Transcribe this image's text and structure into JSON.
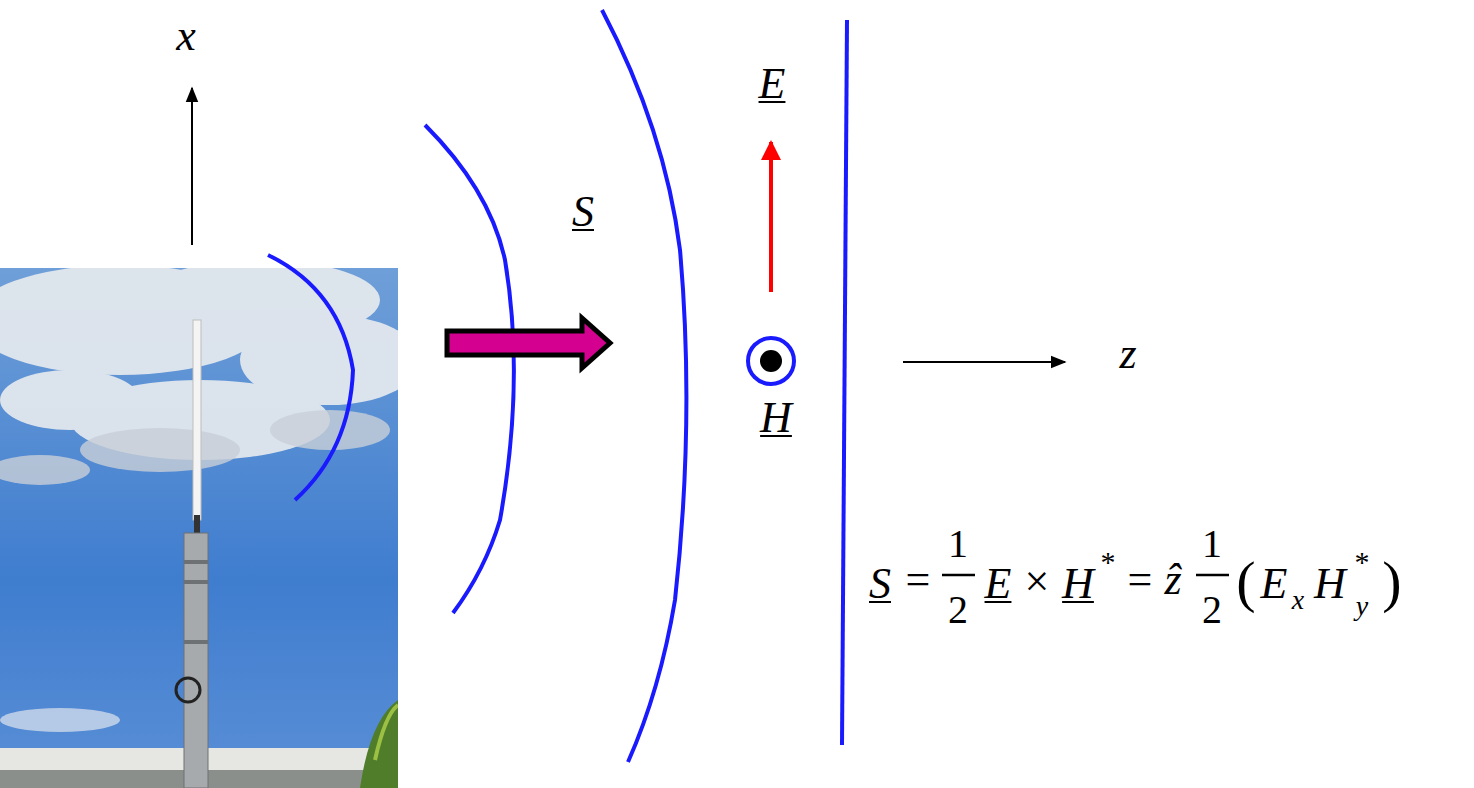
{
  "diagram": {
    "labels": [
      "x",
      "S",
      "E",
      "H",
      "z",
      "S",
      "=",
      "1",
      "2",
      "E",
      "×",
      "H",
      "*",
      "=",
      "ẑ",
      "1",
      "2",
      "(",
      "E",
      "x",
      "H",
      "*",
      "y",
      ")"
    ]
  }
}
